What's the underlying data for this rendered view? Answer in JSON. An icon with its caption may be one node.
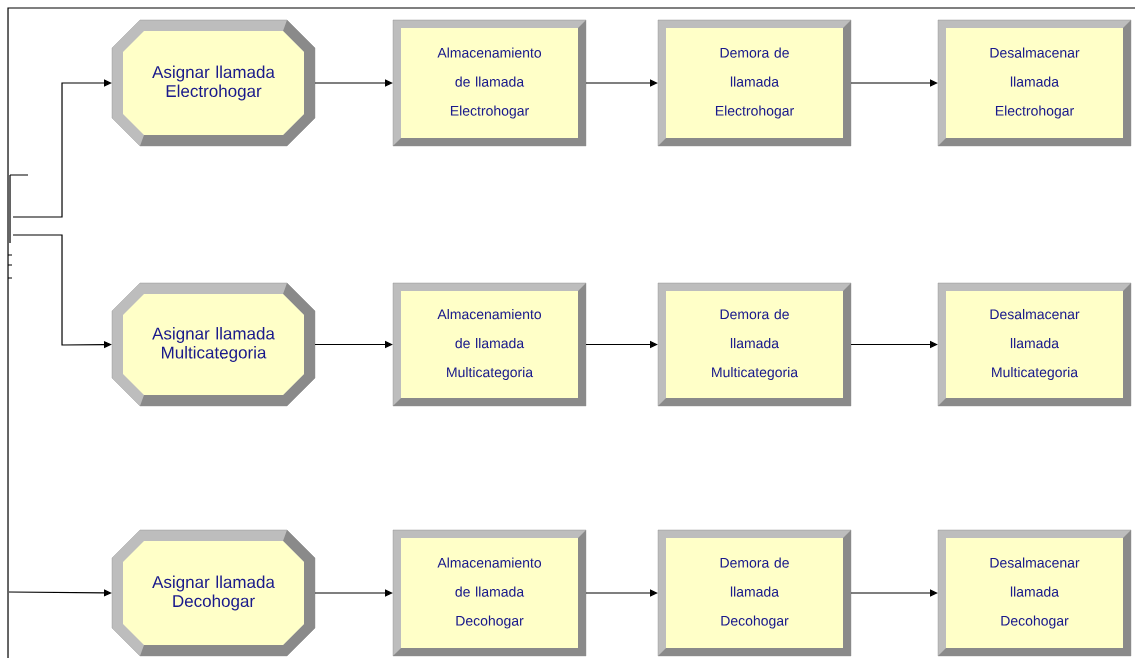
{
  "diagram": {
    "nodes": [
      {
        "text": [
          "Asignar llamada Electrohogar"
        ]
      },
      {
        "text": [
          "Almacenamiento de llamada Electrohogar"
        ]
      },
      {
        "text": [
          "Demora de llamada Electrohogar"
        ]
      },
      {
        "text": [
          "Desalmacenar llamada Electrohogar"
        ]
      },
      {
        "text": [
          "Asignar llamada Multicategoria"
        ]
      },
      {
        "text": [
          "Almacenamiento de llamada Multicategoria"
        ]
      },
      {
        "text": [
          "Demora de llamada Multicategoria"
        ]
      },
      {
        "text": [
          "Desalmacenar llamada Multicategoria"
        ]
      },
      {
        "text": [
          "Asignar llamada Decohogar"
        ]
      },
      {
        "text": [
          "Almacenamiento de llamada Decohogar"
        ]
      },
      {
        "text": [
          "Demora de llamada Decohogar"
        ]
      },
      {
        "text": [
          "Desalmacenar llamada Decohogar"
        ]
      }
    ],
    "edges": [
      {
        "from": null,
        "to": 0,
        "arrow": "to"
      },
      {
        "from": null,
        "to": 4,
        "arrow": "to"
      },
      {
        "from": null,
        "to": 8,
        "arrow": "to"
      },
      {
        "from": 0,
        "to": 1,
        "arrow": "to"
      },
      {
        "from": 1,
        "to": 2,
        "arrow": "to"
      },
      {
        "from": 2,
        "to": 3,
        "arrow": "to"
      },
      {
        "from": 4,
        "to": 5,
        "arrow": "to"
      },
      {
        "from": 5,
        "to": 6,
        "arrow": "to"
      },
      {
        "from": 6,
        "to": 7,
        "arrow": "to"
      },
      {
        "from": 8,
        "to": 9,
        "arrow": "to"
      },
      {
        "from": 9,
        "to": 10,
        "arrow": "to"
      },
      {
        "from": 10,
        "to": 11,
        "arrow": "to"
      }
    ]
  }
}
